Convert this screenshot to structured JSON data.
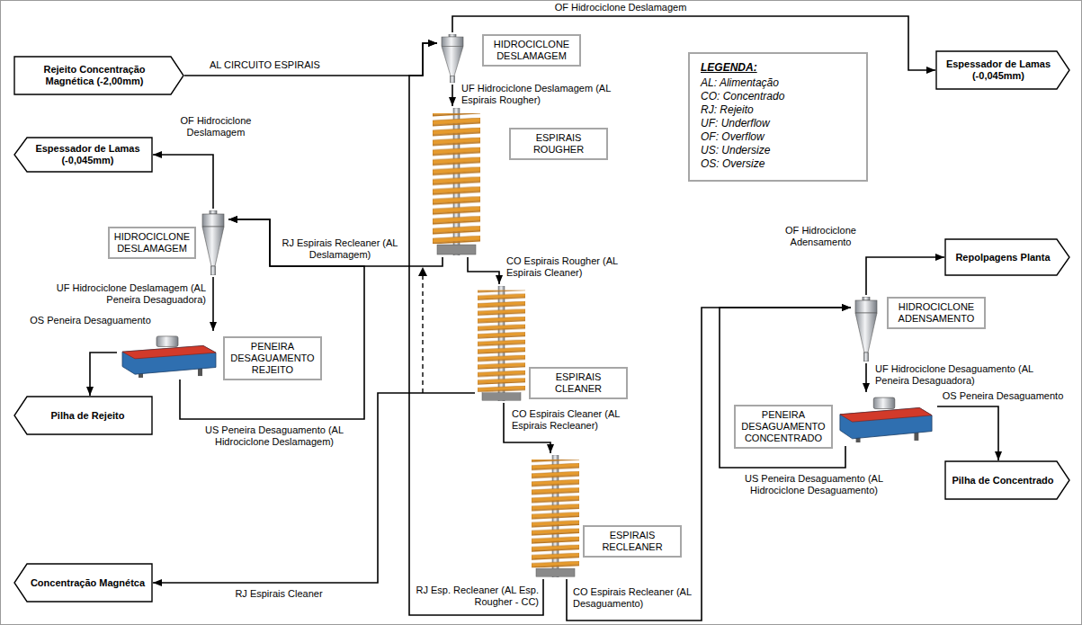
{
  "diagram": {
    "nodes": [
      {
        "text": [
          "Rejeito Concentração Magnética (-2,00mm)"
        ]
      },
      {
        "text": [
          "HIDROCICLONE DESLAMAGEM"
        ]
      },
      {
        "text": [
          "Espessador de Lamas (-0,045mm)"
        ]
      },
      {
        "text": [
          "ESPIRAIS ROUGHER"
        ]
      },
      {
        "text": [
          "ESPIRAIS CLEANER"
        ]
      },
      {
        "text": [
          "ESPIRAIS RECLEANER"
        ]
      },
      {
        "text": [
          "HIDROCICLONE DESLAMAGEM"
        ]
      },
      {
        "text": [
          "Espessador de Lamas (-0,045mm)"
        ]
      },
      {
        "text": [
          "PENEIRA DESAGUAMENTO REJEITO"
        ]
      },
      {
        "text": [
          "Pilha de Rejeito"
        ]
      },
      {
        "text": [
          "Concentração Magnétca"
        ]
      },
      {
        "text": [
          "HIDROCICLONE ADENSAMENTO"
        ]
      },
      {
        "text": [
          "Repolpagens Planta"
        ]
      },
      {
        "text": [
          "PENEIRA DESAGUAMENTO CONCENTRADO"
        ]
      },
      {
        "text": [
          "Pilha de Concentrado"
        ]
      }
    ],
    "edges": [
      {
        "from": 0,
        "to": 1,
        "arrow": "to",
        "label": "AL CIRCUITO ESPIRAIS"
      },
      {
        "from": 1,
        "to": 2,
        "arrow": "to",
        "label": "OF Hidrociclone Deslamagem"
      },
      {
        "from": 1,
        "to": 3,
        "arrow": "to",
        "label": "UF Hidrociclone Deslamagem (AL Espirais Rougher)"
      },
      {
        "from": 3,
        "to": 4,
        "arrow": "to",
        "label": "CO Espirais Rougher (AL Espirais Cleaner)"
      },
      {
        "from": 3,
        "to": 6,
        "arrow": "to",
        "label": "RJ Espirais Recleaner (AL Deslamagem)"
      },
      {
        "from": 4,
        "to": 5,
        "arrow": "to",
        "label": "CO Espirais Cleaner (AL Espirais Recleaner)"
      },
      {
        "from": 4,
        "to": 10,
        "arrow": "to",
        "label": "RJ Espirais Cleaner"
      },
      {
        "from": 5,
        "to": 1,
        "arrow": "to",
        "label": "RJ Esp. Recleaner (AL Esp. Rougher - CC)"
      },
      {
        "from": 5,
        "to": 11,
        "arrow": "to",
        "label": "CO Espirais Recleaner (AL Desaguamento)"
      },
      {
        "from": 6,
        "to": 7,
        "arrow": "to",
        "label": "OF Hidrociclone Deslamagem"
      },
      {
        "from": 6,
        "to": 8,
        "arrow": "to",
        "label": "UF Hidrociclone Deslamagem (AL Peneira Desaguadora)"
      },
      {
        "from": 8,
        "to": 9,
        "arrow": "to",
        "label": "OS Peneira Desaguamento"
      },
      {
        "from": 8,
        "to": 6,
        "arrow": "to",
        "label": "US Peneira Desaguamento (AL Hidrociclone Deslamagem)"
      },
      {
        "from": 11,
        "to": 12,
        "arrow": "to",
        "label": "OF Hidrociclone Adensamento"
      },
      {
        "from": 11,
        "to": 13,
        "arrow": "to",
        "label": "UF Hidrociclone Desaguamento (AL Peneira Desaguadora)"
      },
      {
        "from": 13,
        "to": 14,
        "arrow": "to",
        "label": "OS Peneira Desaguamento"
      },
      {
        "from": 13,
        "to": 11,
        "arrow": "to",
        "label": "US Peneira Desaguamento (AL Hidrociclone Desaguamento)"
      }
    ],
    "labels": [
      "LEGENDA:"
    ],
    "legend": [
      {
        "text": "AL: Alimentação"
      },
      {
        "text": "CO: Concentrado"
      },
      {
        "text": "RJ: Rejeito"
      },
      {
        "text": "UF: Underflow"
      },
      {
        "text": "OF: Overflow"
      },
      {
        "text": "US: Undersize"
      },
      {
        "text": "OS: Oversize"
      }
    ]
  }
}
